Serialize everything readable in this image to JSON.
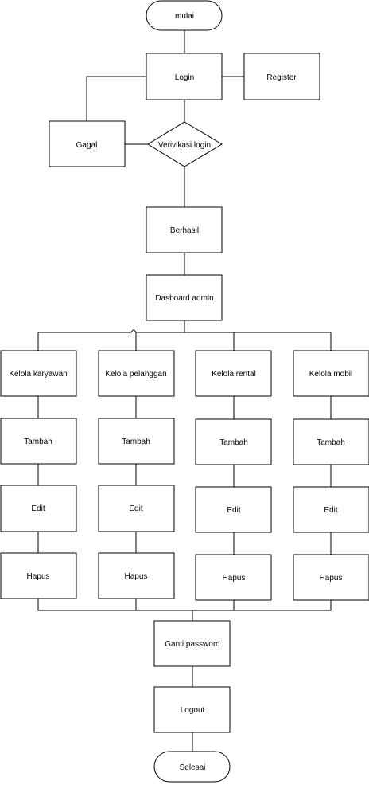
{
  "nodes": {
    "start": "mulai",
    "login": "Login",
    "register": "Register",
    "failed": "Gagal",
    "verify": "Verivikasi login",
    "success": "Berhasil",
    "dashboard": "Dasboard admin",
    "manage_employee": "Kelola karyawan",
    "manage_customer": "Kelola pelanggan",
    "manage_rental": "Kelola rental",
    "manage_car": "Kelola mobil",
    "add": "Tambah",
    "edit": "Edit",
    "delete": "Hapus",
    "change_password": "Ganti password",
    "logout": "Logout",
    "end": "Selesai"
  }
}
